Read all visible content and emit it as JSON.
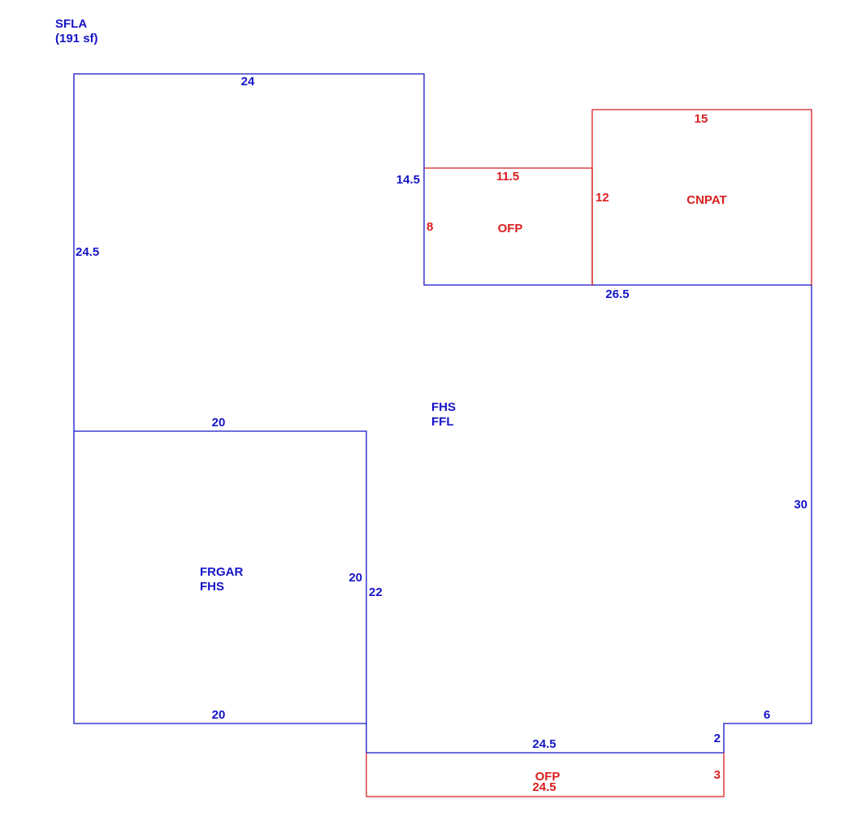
{
  "header": {
    "line1": "SFLA",
    "line2": "(191 sf)"
  },
  "colors": {
    "living": "#1515c8",
    "porch": "#d81e1e"
  },
  "areas": {
    "main": {
      "line1": "FHS",
      "line2": "FFL"
    },
    "garage": {
      "line1": "FRGAR",
      "line2": "FHS"
    },
    "porch_top": "OFP",
    "patio": "CNPAT",
    "porch_bottom": "OFP"
  },
  "dimensions": {
    "main_top": "24",
    "main_left": "24.5",
    "main_notch_right": "14.5",
    "main_porch_bottom": "26.5",
    "main_right": "30",
    "main_bottom_right": "6",
    "main_step": "2",
    "main_bottom": "24.5",
    "main_garage_side": "22",
    "garage_top": "20",
    "garage_right": "20",
    "garage_bottom": "20",
    "porch_top_top": "11.5",
    "porch_top_left": "8",
    "porch_top_right": "12",
    "patio_top": "15",
    "porch_bottom_right": "3",
    "porch_bottom_bottom": "24.5"
  }
}
